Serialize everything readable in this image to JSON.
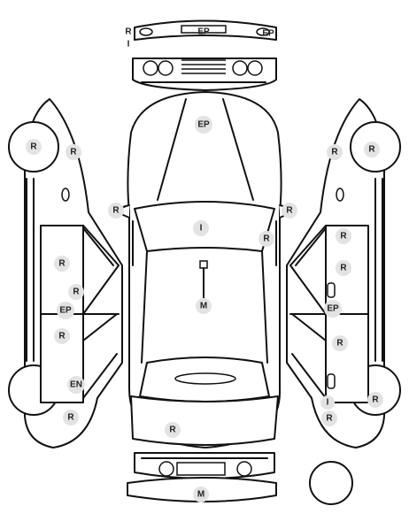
{
  "labels": {
    "r": "R",
    "i": "I",
    "ep": "EP",
    "m": "M",
    "en": "EN"
  },
  "colors": {
    "outline": "#111111",
    "badge_fill": "#e3e3e3",
    "badge_text": "#222222",
    "background": "#ffffff"
  }
}
